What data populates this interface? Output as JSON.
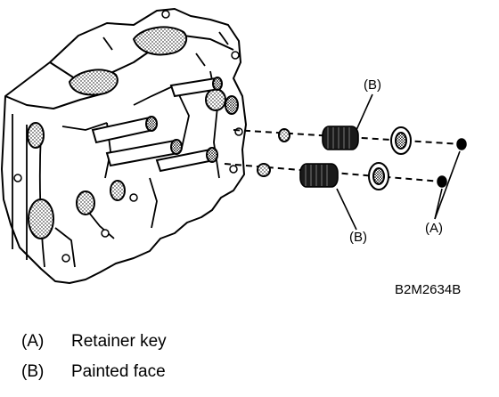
{
  "figure": {
    "callouts": {
      "b_top": "(B)",
      "b_bottom": "(B)",
      "a": "(A)"
    },
    "figure_code": "B2M2634B"
  },
  "legend": [
    {
      "key": "(A)",
      "text": "Retainer key"
    },
    {
      "key": "(B)",
      "text": "Painted face"
    }
  ]
}
